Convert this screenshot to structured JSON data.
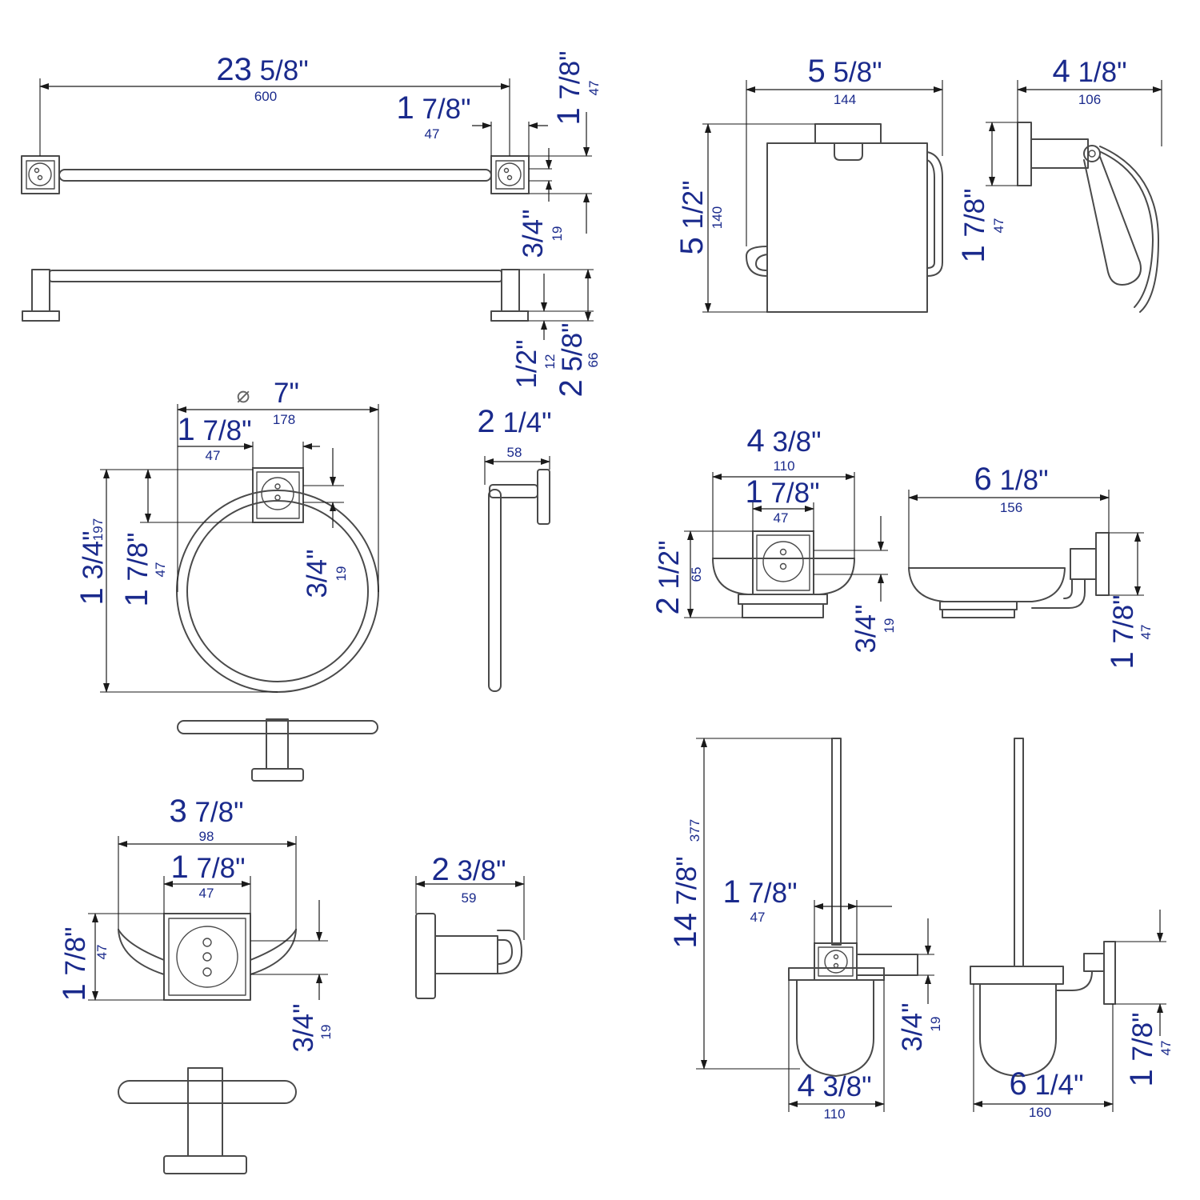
{
  "drawing": {
    "symbols": {
      "diameter": "⌀"
    }
  },
  "towel_bar": {
    "length": {
      "in_whole": "23",
      "in_frac": "5/8\"",
      "mm": "600"
    },
    "base_width": {
      "in_whole": "1",
      "in_frac": "7/8\"",
      "mm": "47"
    },
    "base_height": {
      "in_whole": "1",
      "in_frac": "7/8\"",
      "mm": "47"
    },
    "bar_diameter": {
      "in_whole": "",
      "in_frac": "3/4\"",
      "mm": "19"
    },
    "bar_thickness": {
      "in_whole": "",
      "in_frac": "1/2\"",
      "mm": "12"
    },
    "projection": {
      "in_whole": "2",
      "in_frac": "5/8\"",
      "mm": "66"
    }
  },
  "paper_holder": {
    "width": {
      "in_whole": "5",
      "in_frac": "5/8\"",
      "mm": "144"
    },
    "height": {
      "in_whole": "5",
      "in_frac": "1/2\"",
      "mm": "140"
    },
    "depth": {
      "in_whole": "4",
      "in_frac": "1/8\"",
      "mm": "106"
    },
    "base_height": {
      "in_whole": "1",
      "in_frac": "7/8\"",
      "mm": "47"
    }
  },
  "towel_ring": {
    "diameter": {
      "in_whole": "",
      "in_frac": "7\"",
      "mm": "178"
    },
    "base_width": {
      "in_whole": "1",
      "in_frac": "7/8\"",
      "mm": "47"
    },
    "height": {
      "in_whole": "1",
      "in_frac": "3/4\"",
      "mm": "197"
    },
    "base_height": {
      "in_whole": "1",
      "in_frac": "7/8\"",
      "mm": "47"
    },
    "bar_diameter": {
      "in_whole": "",
      "in_frac": "3/4\"",
      "mm": "19"
    },
    "projection": {
      "in_whole": "2",
      "in_frac": "1/4\"",
      "mm": "58"
    }
  },
  "soap_dish": {
    "width": {
      "in_whole": "4",
      "in_frac": "3/8\"",
      "mm": "110"
    },
    "base_width": {
      "in_whole": "1",
      "in_frac": "7/8\"",
      "mm": "47"
    },
    "height": {
      "in_whole": "2",
      "in_frac": "1/2\"",
      "mm": "65"
    },
    "bar_diameter": {
      "in_whole": "",
      "in_frac": "3/4\"",
      "mm": "19"
    },
    "depth": {
      "in_whole": "6",
      "in_frac": "1/8\"",
      "mm": "156"
    },
    "base_height": {
      "in_whole": "1",
      "in_frac": "7/8\"",
      "mm": "47"
    }
  },
  "robe_hook": {
    "width": {
      "in_whole": "3",
      "in_frac": "7/8\"",
      "mm": "98"
    },
    "base_width": {
      "in_whole": "1",
      "in_frac": "7/8\"",
      "mm": "47"
    },
    "base_height": {
      "in_whole": "1",
      "in_frac": "7/8\"",
      "mm": "47"
    },
    "bar_diameter": {
      "in_whole": "",
      "in_frac": "3/4\"",
      "mm": "19"
    },
    "projection": {
      "in_whole": "2",
      "in_frac": "3/8\"",
      "mm": "59"
    }
  },
  "toilet_brush": {
    "height": {
      "in_whole": "14",
      "in_frac": "7/8\"",
      "mm": "377"
    },
    "base_width": {
      "in_whole": "1",
      "in_frac": "7/8\"",
      "mm": "47"
    },
    "bar_diameter": {
      "in_whole": "",
      "in_frac": "3/4\"",
      "mm": "19"
    },
    "width": {
      "in_whole": "4",
      "in_frac": "3/8\"",
      "mm": "110"
    },
    "depth": {
      "in_whole": "6",
      "in_frac": "1/4\"",
      "mm": "160"
    },
    "base_height": {
      "in_whole": "1",
      "in_frac": "7/8\"",
      "mm": "47"
    }
  }
}
